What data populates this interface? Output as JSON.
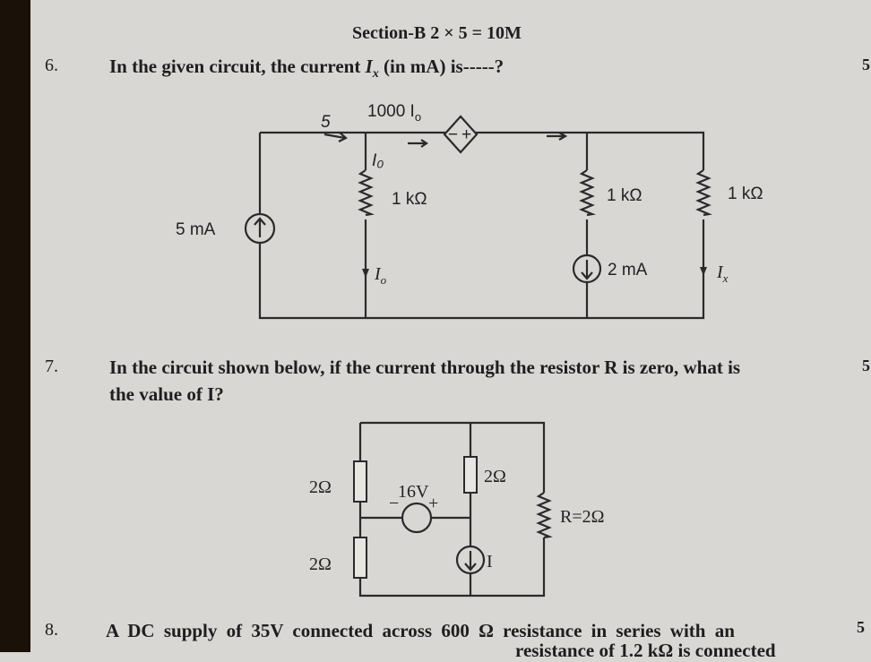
{
  "section_header": "Section-B 2 × 5 = 10M",
  "questions": [
    {
      "number": "6.",
      "text_before": "In the given circuit, the current ",
      "var": "I",
      "sub": "x",
      "text_after": " (in mA) is-----?",
      "marks": "5"
    },
    {
      "number": "7.",
      "line1": "In the circuit shown below, if the current through the resistor R is zero, what is",
      "line2": "the value of I?",
      "marks": "5"
    },
    {
      "number": "8.",
      "line1": "A DC supply of 35V connected across 600 Ω resistance in series with an",
      "line2": "resistance of 1.2 kΩ is connected",
      "marks": "5"
    }
  ],
  "circuit1": {
    "source_label": "5 mA",
    "dependent_source_label": "1000 I",
    "dependent_source_sub": "o",
    "handwritten_5": "5",
    "handwritten_io": "I₀",
    "r1_label": "1 kΩ",
    "r2_label": "1 kΩ",
    "r3_label": "1 kΩ",
    "io_label": "I",
    "io_sub": "o",
    "current_source2_label": "2 mA",
    "ix_label": "I",
    "ix_sub": "x"
  },
  "circuit2": {
    "r_left_top": "2Ω",
    "r_left_bottom": "2Ω",
    "voltage_source": "16V",
    "r_mid": "2Ω",
    "r_right": "R=2Ω",
    "current_source": "I",
    "plus": "+",
    "minus": "−"
  }
}
